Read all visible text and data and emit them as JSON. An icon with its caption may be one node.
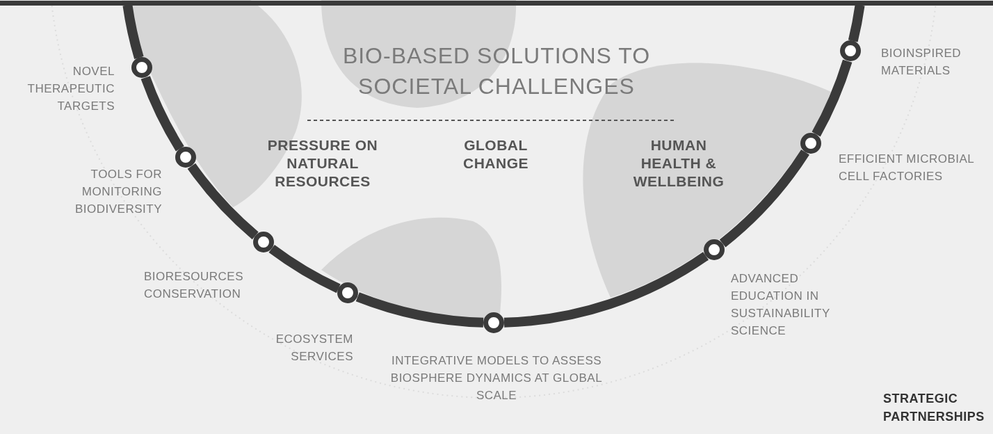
{
  "diagram": {
    "title": "BIO-BASED SOLUTIONS TO SOCIETAL CHALLENGES",
    "nodes": [
      {
        "text": [],
        "shape": "circle",
        "beside": [
          "NOVEL THERAPEUTIC TARGETS"
        ]
      },
      {
        "text": [],
        "shape": "circle",
        "beside": [
          "TOOLS FOR MONITORING BIODIVERSITY"
        ]
      },
      {
        "text": [],
        "shape": "circle",
        "beside": [
          "BIORESOURCES CONSERVATION"
        ]
      },
      {
        "text": [],
        "shape": "circle",
        "beside": [
          "ECOSYSTEM SERVICES"
        ]
      },
      {
        "text": [],
        "shape": "circle",
        "beside": [
          "INTEGRATIVE MODELS TO ASSESS BIOSPHERE DYNAMICS AT GLOBAL SCALE"
        ]
      },
      {
        "text": [],
        "shape": "circle",
        "beside": [
          "ADVANCED EDUCATION IN SUSTAINABILITY SCIENCE"
        ]
      },
      {
        "text": [],
        "shape": "circle",
        "beside": [
          "EFFICIENT MICROBIAL CELL FACTORIES"
        ]
      },
      {
        "text": [],
        "shape": "circle",
        "beside": [
          "BIOINSPIRED MATERIALS"
        ]
      },
      {
        "text": [],
        "shape": "bar"
      }
    ],
    "edges": [
      {
        "from": 0,
        "to": 1,
        "arrow": "none"
      },
      {
        "from": 1,
        "to": 2,
        "arrow": "none"
      },
      {
        "from": 2,
        "to": 3,
        "arrow": "none"
      },
      {
        "from": 3,
        "to": 4,
        "arrow": "none"
      },
      {
        "from": 4,
        "to": 5,
        "arrow": "none"
      },
      {
        "from": 5,
        "to": 6,
        "arrow": "none"
      },
      {
        "from": 6,
        "to": 7,
        "arrow": "none"
      },
      {
        "from": 0,
        "to": 8,
        "arrow": "none"
      },
      {
        "from": 7,
        "to": 8,
        "arrow": "none"
      }
    ],
    "labels": [
      "PRESSURE ON NATURAL RESOURCES",
      "GLOBAL CHANGE",
      "HUMAN HEALTH & WELLBEING",
      "STRATEGIC PARTNERSHIPS"
    ]
  }
}
